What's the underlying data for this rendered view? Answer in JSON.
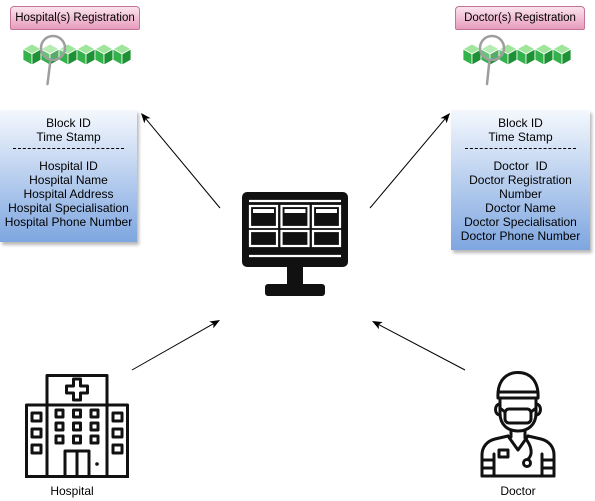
{
  "hospital_registration": {
    "label": "Hospital(s) Registration"
  },
  "doctor_registration": {
    "label": "Doctor(s) Registration"
  },
  "hospital_block": {
    "header": [
      "Block ID",
      "Time Stamp"
    ],
    "fields": [
      "Hospital ID",
      "Hospital Name",
      "Hospital Address",
      "Hospital Specialisation",
      "Hospital Phone Number"
    ]
  },
  "doctor_block": {
    "header": [
      "Block ID",
      "Time Stamp"
    ],
    "fields": [
      "Doctor  ID",
      "Doctor Registration Number",
      "Doctor Name",
      "Doctor Specialisation",
      "Doctor Phone Number"
    ]
  },
  "actors": {
    "hospital": {
      "label": "Hospital"
    },
    "doctor": {
      "label": "Doctor"
    }
  },
  "icons": {
    "hospital_registration": "blockchain-search-icon",
    "doctor_registration": "blockchain-search-icon",
    "system": "monitor-icon",
    "hospital": "hospital-building-icon",
    "doctor": "doctor-icon"
  },
  "colors": {
    "label_fill_top": "#fbe3ed",
    "label_fill_bottom": "#e79cbd",
    "label_border": "#c47597",
    "block_fill_top": "#f4f8fd",
    "block_fill_bottom": "#7ea6e0",
    "chain_top": "#9fe59b",
    "chain_left": "#33b14a",
    "chain_right": "#1e9135",
    "magnifier": "#9e9e9e",
    "icon_stroke": "#111111"
  }
}
